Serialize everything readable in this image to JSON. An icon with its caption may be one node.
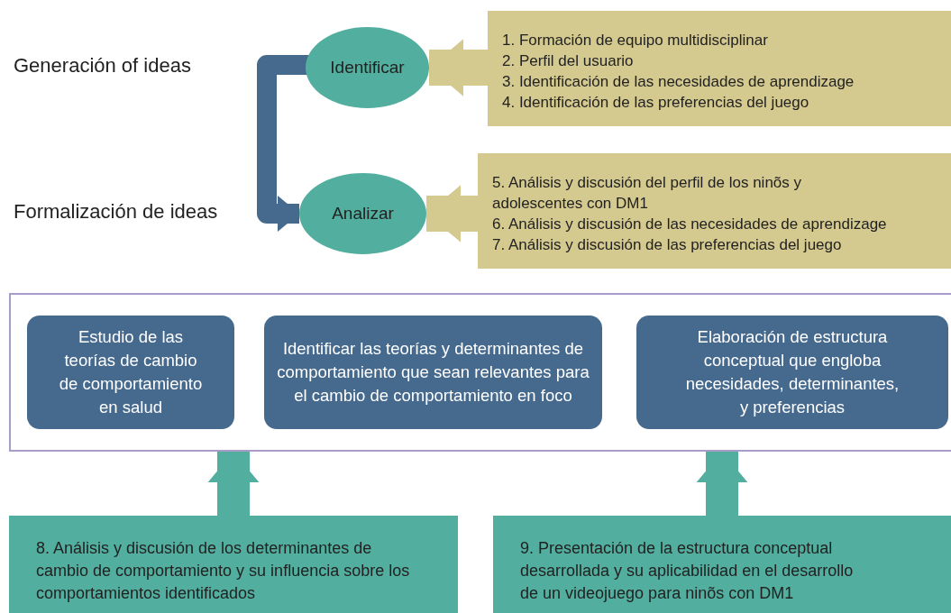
{
  "diagram": {
    "nodes": [
      {
        "text": [
          "Identificar"
        ]
      },
      {
        "text": [
          "Analizar"
        ]
      },
      {
        "text": [
          "1. Formación de equipo multidisciplinar",
          "2. Perfil del usuario",
          "3. Identificación de las necesidades de aprendizage",
          "4. Identificación de las preferencias del juego"
        ]
      },
      {
        "text": [
          "5. Análisis y discusión del perfil de los ninõs y adolescentes con DM1",
          "6. Análisis y discusión de las necesidades de aprendizage",
          "7. Análisis y discusión de las preferencias del juego"
        ]
      },
      {
        "text": [],
        "shape": "box"
      },
      {
        "text": [
          "Estudio de las teorías de cambio de comportamiento en salud"
        ],
        "in": 4
      },
      {
        "text": [
          "Identificar  las teorías y determinantes de comportamiento que sean relevantes para el cambio de comportamiento en foco"
        ],
        "in": 4
      },
      {
        "text": [
          "Elaboración de estructura conceptual que engloba necesidades, determinantes, y preferencias"
        ],
        "in": 4
      },
      {
        "text": [
          "8. Análisis y discusión de los determinantes de cambio de comportamiento y su influencia sobre los comportamientos identificados"
        ]
      },
      {
        "text": [
          "9. Presentación de la estructura conceptual desarrollada y su aplicabilidad en el desarrollo de un videojuego para ninõs con DM1"
        ]
      }
    ],
    "edges": [
      {
        "from": 0,
        "to": 1,
        "arrow": "to",
        "color": "#46698e"
      },
      {
        "from": 2,
        "to": 0,
        "arrow": "to",
        "color": "#d4c98f"
      },
      {
        "from": 3,
        "to": 1,
        "arrow": "to",
        "color": "#d4c98f"
      },
      {
        "from": 8,
        "to": 4,
        "arrow": "to",
        "color": "#52ae9e"
      },
      {
        "from": 9,
        "to": 4,
        "arrow": "to",
        "color": "#52ae9e"
      }
    ],
    "labels": [
      "Generación of ideas",
      "Formalización de ideas"
    ]
  }
}
